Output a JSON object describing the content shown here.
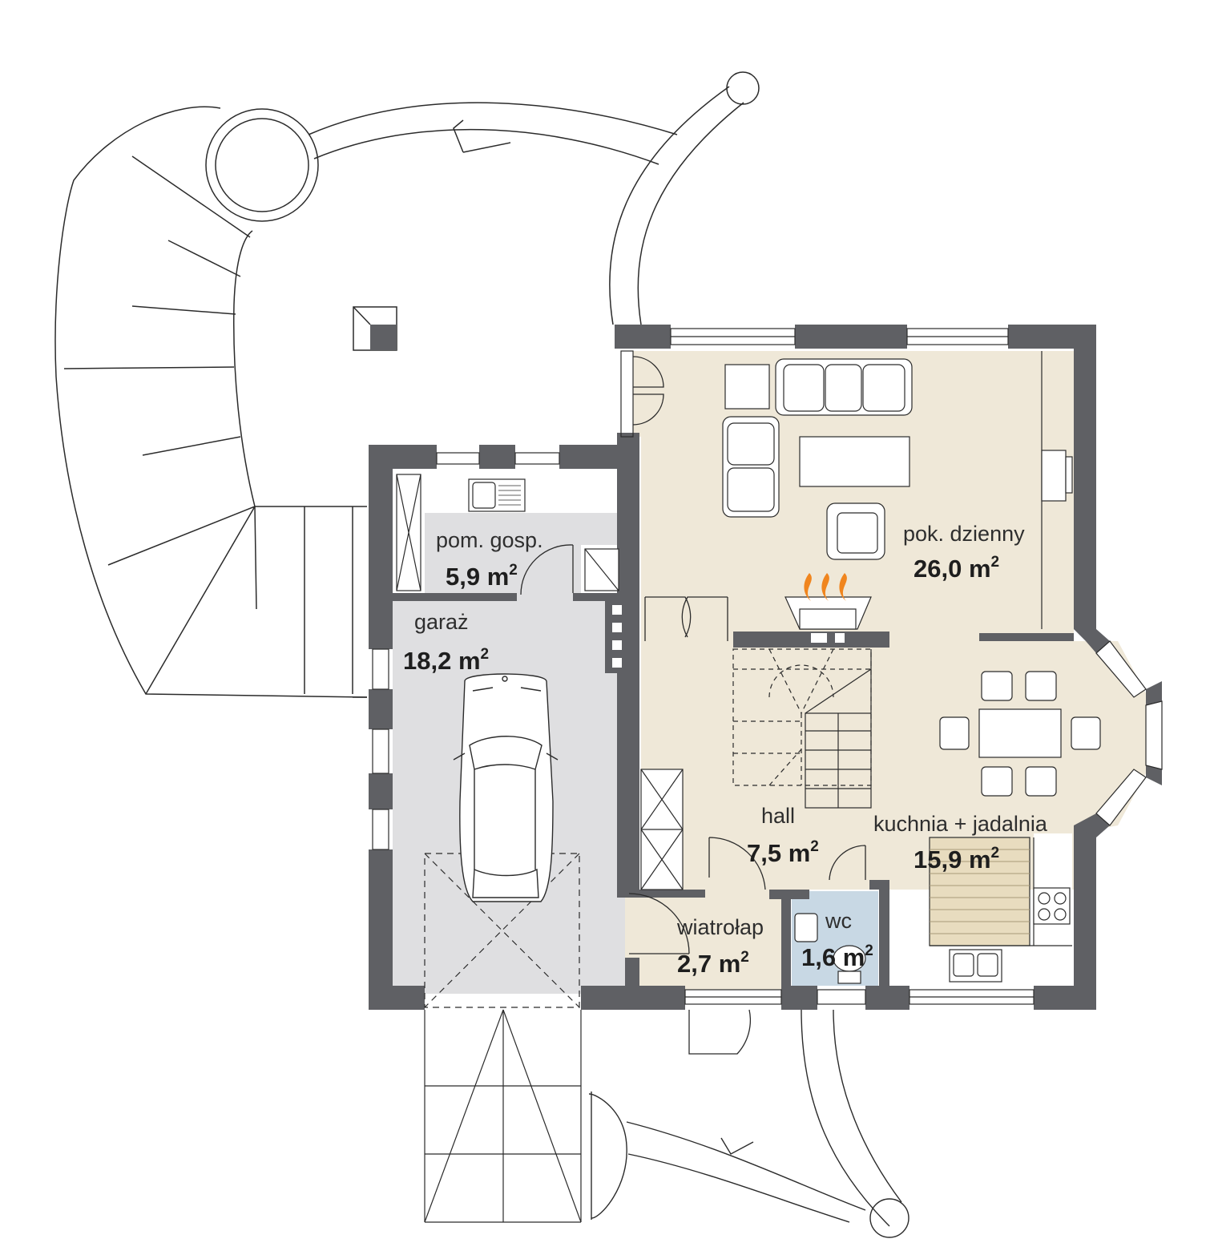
{
  "colors": {
    "wall": "#5f6064",
    "living_floor": "#efe8d8",
    "garage_floor": "#dfdfe1",
    "wc_tile": "#c8d8e4",
    "fire": "#f0851e",
    "line": "#2b2b2b"
  },
  "rooms": [
    {
      "key": "pom_gosp",
      "name": "pom. gosp.",
      "area": "5,9 m",
      "unit_sup": "2"
    },
    {
      "key": "garaz",
      "name": "garaż",
      "area": "18,2 m",
      "unit_sup": "2"
    },
    {
      "key": "pok_dzienny",
      "name": "pok. dzienny",
      "area": "26,0 m",
      "unit_sup": "2"
    },
    {
      "key": "hall",
      "name": "hall",
      "area": "7,5 m",
      "unit_sup": "2"
    },
    {
      "key": "kuchnia",
      "name": "kuchnia + jadalnia",
      "area": "15,9 m",
      "unit_sup": "2"
    },
    {
      "key": "wiatrolap",
      "name": "wiatrołap",
      "area": "2,7 m",
      "unit_sup": "2"
    },
    {
      "key": "wc",
      "name": "wc",
      "area": "1,6 m",
      "unit_sup": "2"
    }
  ],
  "icons": {
    "fireplace": "fireplace-icon",
    "car": "car-icon",
    "sink": "sink-icon",
    "stove": "stove-icon",
    "toilet": "toilet-icon"
  }
}
